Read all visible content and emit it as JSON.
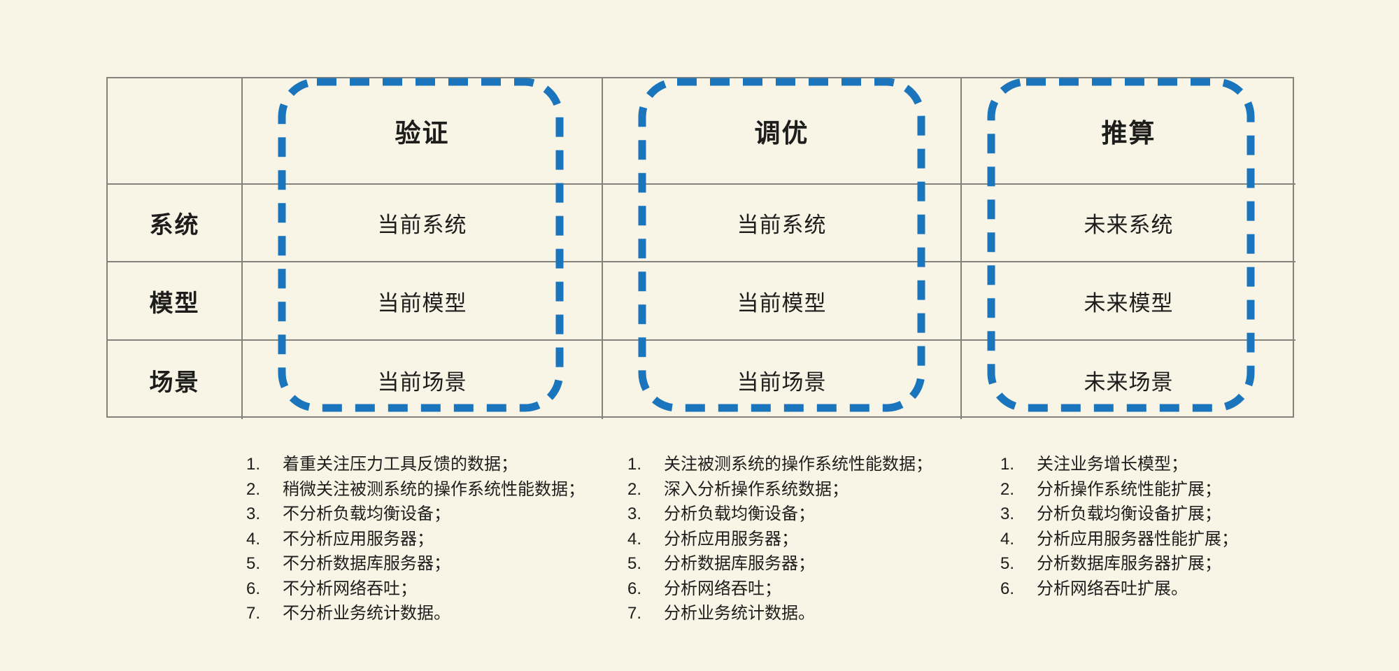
{
  "colors": {
    "background": "#f8f5e7",
    "accent_blue": "#1b75bc",
    "grid_line": "#83837b",
    "text": "#1d1d1b"
  },
  "table": {
    "corner_label": "",
    "col_headers": [
      "验证",
      "调优",
      "推算"
    ],
    "rows": [
      {
        "label": "系统",
        "cells": [
          "当前系统",
          "当前系统",
          "未来系统"
        ]
      },
      {
        "label": "模型",
        "cells": [
          "当前模型",
          "当前模型",
          "未来模型"
        ]
      },
      {
        "label": "场景",
        "cells": [
          "当前场景",
          "当前场景",
          "未来场景"
        ]
      }
    ]
  },
  "notes": [
    {
      "items": [
        {
          "num": "1.",
          "text": "着重关注压力工具反馈的数据；"
        },
        {
          "num": "2.",
          "text": "稍微关注被测系统的操作系统性能数据；"
        },
        {
          "num": "3.",
          "text": "不分析负载均衡设备；"
        },
        {
          "num": "4.",
          "text": "不分析应用服务器；"
        },
        {
          "num": "5.",
          "text": "不分析数据库服务器；"
        },
        {
          "num": "6.",
          "text": "不分析网络吞吐；"
        },
        {
          "num": "7.",
          "text": "不分析业务统计数据。"
        }
      ]
    },
    {
      "items": [
        {
          "num": "1.",
          "text": "关注被测系统的操作系统性能数据；"
        },
        {
          "num": "2.",
          "text": "深入分析操作系统数据；"
        },
        {
          "num": "3.",
          "text": "分析负载均衡设备；"
        },
        {
          "num": "4.",
          "text": "分析应用服务器；"
        },
        {
          "num": "5.",
          "text": "分析数据库服务器；"
        },
        {
          "num": "6.",
          "text": "分析网络吞吐；"
        },
        {
          "num": "7.",
          "text": "分析业务统计数据。"
        }
      ]
    },
    {
      "items": [
        {
          "num": "1.",
          "text": "关注业务增长模型；"
        },
        {
          "num": "2.",
          "text": "分析操作系统性能扩展；"
        },
        {
          "num": "3.",
          "text": "分析负载均衡设备扩展；"
        },
        {
          "num": "4.",
          "text": "分析应用服务器性能扩展；"
        },
        {
          "num": "5.",
          "text": "分析数据库服务器扩展；"
        },
        {
          "num": "6.",
          "text": "分析网络吞吐扩展。"
        }
      ]
    }
  ]
}
